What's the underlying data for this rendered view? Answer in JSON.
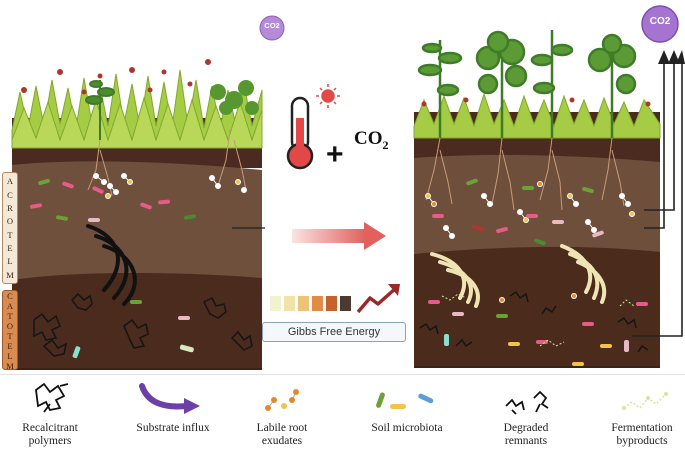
{
  "side_tags": {
    "acrotelm": [
      "A",
      "C",
      "R",
      "O",
      "T",
      "E",
      "L",
      "M"
    ],
    "catotelm": [
      "C",
      "A",
      "T",
      "O",
      "T",
      "E",
      "L",
      "M"
    ]
  },
  "co2": {
    "left_bubble": "CO2",
    "center_text": "CO",
    "center_sub": "2",
    "right_bubble": "CO2"
  },
  "plus": "+",
  "gibbs": "Gibbs Free Energy",
  "gibbs_colors": [
    "#f3f2cf",
    "#f3e2a8",
    "#efc27a",
    "#e08c45",
    "#c5622c",
    "#4a3a30"
  ],
  "legend": [
    {
      "label": "Recalcitrant\npolymers",
      "icon": "polymer-icon"
    },
    {
      "label": "Substrate influx",
      "icon": "influx-arrow-icon"
    },
    {
      "label": "Labile root\nexudates",
      "icon": "exudate-icon"
    },
    {
      "label": "Soil microbiota",
      "icon": "microbe-icon"
    },
    {
      "label": "Degraded\nremnants",
      "icon": "remnant-icon"
    },
    {
      "label": "Fermentation\nbyproducts",
      "icon": "byproduct-icon"
    }
  ],
  "colors": {
    "topsoil": "#4a2a1d",
    "acrotelm": "#6e4f3a",
    "catotelm": "#4a2a1c",
    "moss": "#9dc63a",
    "arrow_red": "#e2605e",
    "bubble": "#9c6fc3"
  }
}
